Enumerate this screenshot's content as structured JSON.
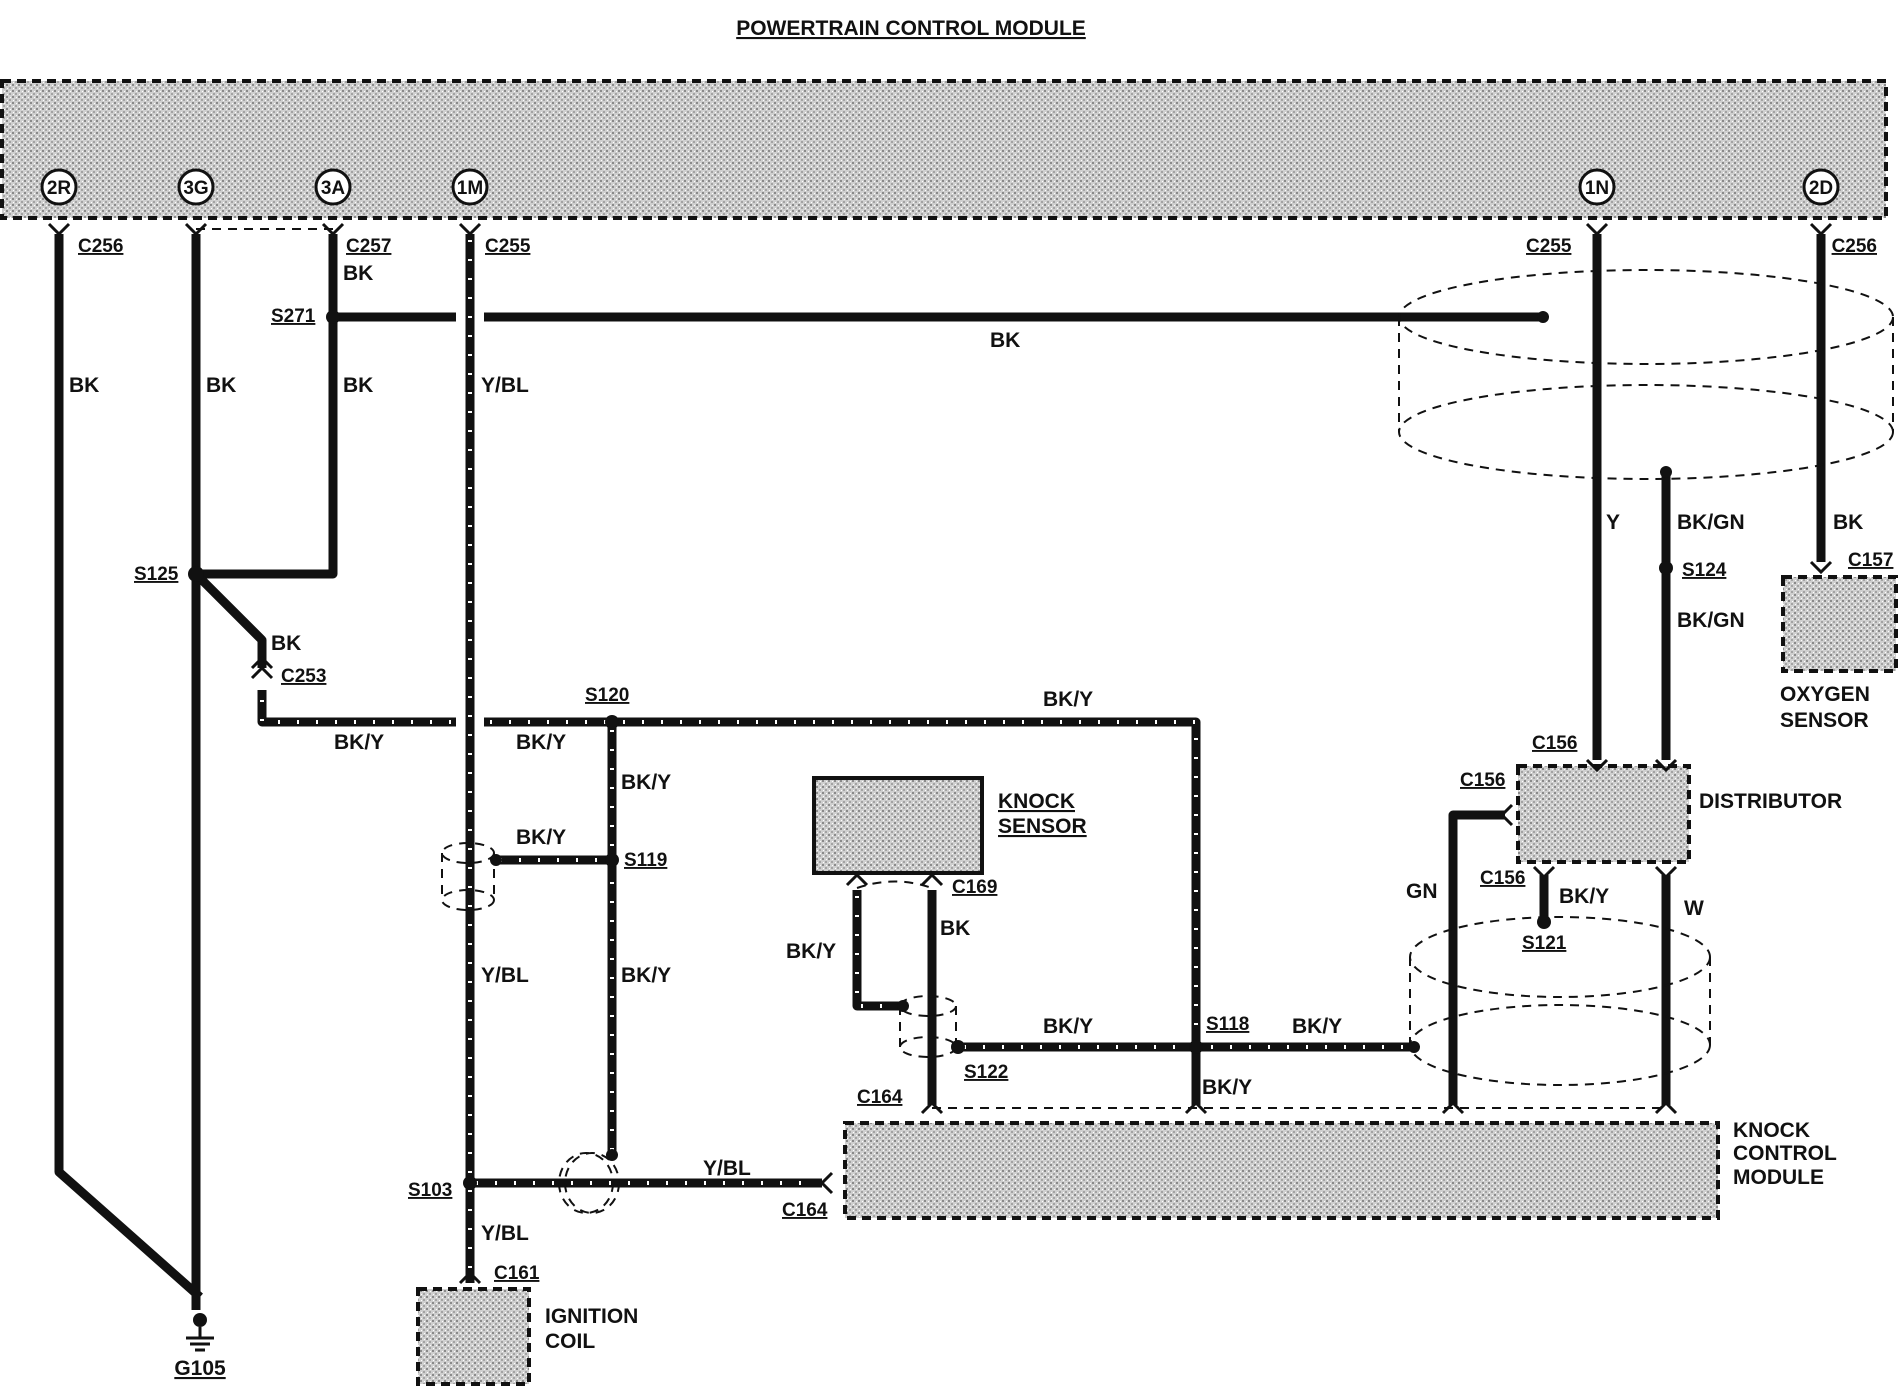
{
  "title": "POWERTRAIN CONTROL MODULE",
  "pins": [
    "2R",
    "3G",
    "3A",
    "1M",
    "1N",
    "2D"
  ],
  "components": {
    "knock_sensor": [
      "KNOCK",
      "SENSOR"
    ],
    "distributor": "DISTRIBUTOR",
    "oxygen_sensor": [
      "OXYGEN",
      "SENSOR"
    ],
    "knock_control_module": [
      "KNOCK",
      "CONTROL",
      "MODULE"
    ],
    "ignition_coil": [
      "IGNITION",
      "COIL"
    ]
  },
  "connectors": {
    "c256a": "C256",
    "c257": "C257",
    "c255a": "C255",
    "c255b": "C255",
    "c256b": "C256",
    "c157": "C157",
    "c253": "C253",
    "c156a": "C156",
    "c156b": "C156",
    "c156c": "C156",
    "c169": "C169",
    "c164a": "C164",
    "c164b": "C164",
    "c161": "C161"
  },
  "splices": {
    "s271": "S271",
    "s125": "S125",
    "s120": "S120",
    "s119": "S119",
    "s124": "S124",
    "s118": "S118",
    "s122": "S122",
    "s121": "S121",
    "s103": "S103"
  },
  "ground": "G105",
  "wire_colors": {
    "bk": "BK",
    "bk_y": "BK/Y",
    "y_bl": "Y/BL",
    "y": "Y",
    "bk_gn": "BK/GN",
    "gn": "GN",
    "w": "W"
  }
}
